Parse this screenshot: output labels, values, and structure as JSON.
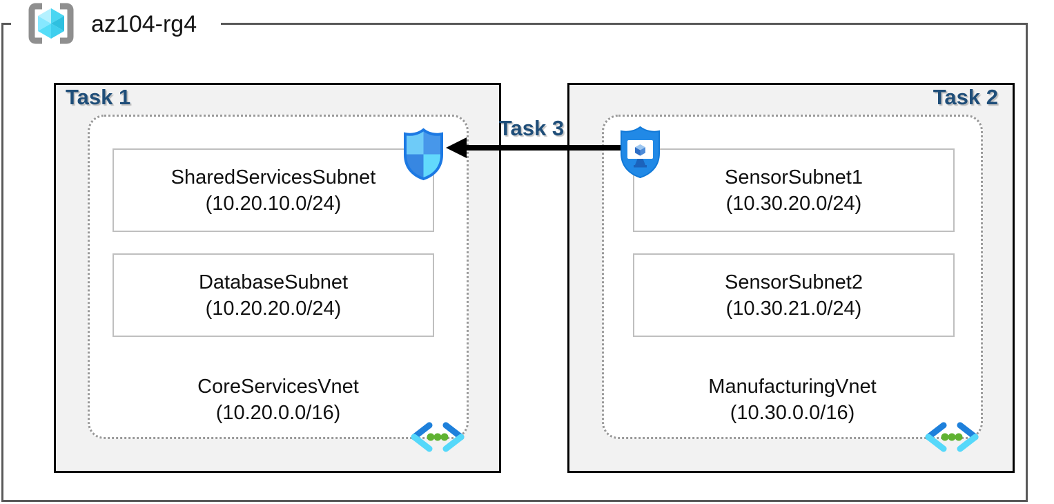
{
  "resource_group": {
    "name": "az104-rg4"
  },
  "task_labels": {
    "task1": "Task 1",
    "task2": "Task 2",
    "task3": "Task 3"
  },
  "vnets": [
    {
      "name": "CoreServicesVnet",
      "cidr": "(10.20.0.0/16)",
      "subnets": [
        {
          "name": "SharedServicesSubnet",
          "cidr": "(10.20.10.0/24)"
        },
        {
          "name": "DatabaseSubnet",
          "cidr": "(10.20.20.0/24)"
        }
      ]
    },
    {
      "name": "ManufacturingVnet",
      "cidr": "(10.30.0.0/16)",
      "subnets": [
        {
          "name": "SensorSubnet1",
          "cidr": "(10.30.20.0/24)"
        },
        {
          "name": "SensorSubnet2",
          "cidr": "(10.30.21.0/24)"
        }
      ]
    }
  ],
  "icons": {
    "resource_group": "resource-group-icon",
    "left_shield": "network-security-shield-icon",
    "right_shield": "bastion-shield-icon",
    "virtual_network": "virtual-network-icon"
  },
  "arrow": {
    "label": "Task 3",
    "direction": "right-to-left"
  },
  "colors": {
    "task_label_blue": "#1F4E79",
    "task_box_fill": "#F2F2F2",
    "task_box_border": "#000000",
    "resource_group_border": "#595959",
    "vnet_dotted_border": "#9A9A9A",
    "subnet_border": "#BFBFBF",
    "arrow": "#000000",
    "azure_blue": "#1E80DB",
    "azure_cyan": "#55D8FA",
    "green_dot": "#5FB232",
    "shield_outline": "#1C79E3"
  }
}
